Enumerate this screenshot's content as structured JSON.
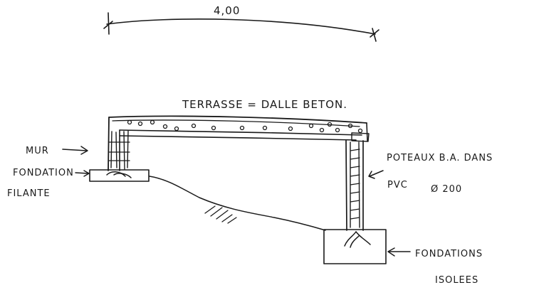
{
  "dimension": {
    "value": "4,00"
  },
  "labels": {
    "slab": "TERRASSE = DALLE BETON.",
    "wall": "MUR",
    "strip_foundation_line1": "FONDATION",
    "strip_foundation_line2": "FILANTE",
    "column_line1": "POTEAUX B.A. DANS",
    "column_line2": "PVC",
    "column_diameter": "Ø 200",
    "pad_foundation_line1": "FONDATIONS",
    "pad_foundation_line2": "ISOLEES"
  }
}
